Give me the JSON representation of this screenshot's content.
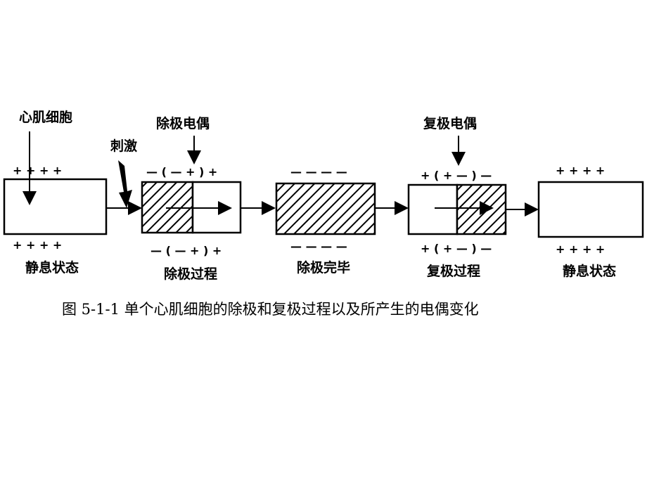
{
  "labels": {
    "cell": "心肌细胞",
    "stimulus": "刺激",
    "depol_dipole": "除极电偶",
    "repol_dipole": "复极电偶",
    "rest1": "静息状态",
    "depol_process": "除极过程",
    "depol_done": "除极完毕",
    "repol_process": "复极过程",
    "rest2": "静息状态"
  },
  "signs": {
    "s1_top": "+  +  +  +",
    "s1_bot": "+    +    +    +",
    "s2_top": "—  ( — + )  +",
    "s2_bot": "—  ( — + )  +",
    "s3_top": "—   —   —   —",
    "s3_bot": "—   —   —   —",
    "s4_top": "+ ( + — ) —",
    "s4_bot": "+ ( + — ) —",
    "s5_top": "+   +   +   +",
    "s5_bot": "+   +   +   +"
  },
  "caption": "图 5-1-1   单个心肌细胞的除极和复极过程以及所产生的电偶变化"
}
